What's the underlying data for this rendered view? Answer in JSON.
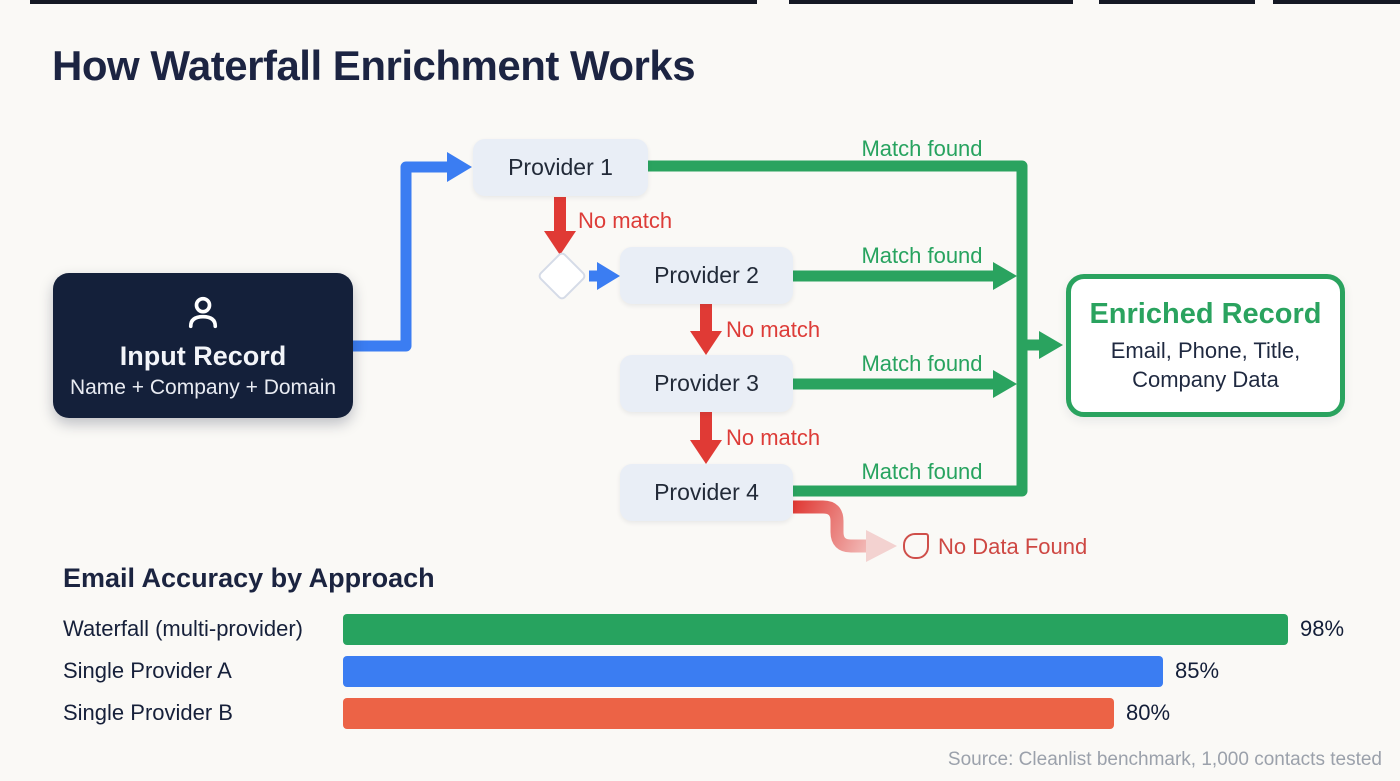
{
  "page": {
    "title": "How Waterfall Enrichment Works",
    "source_note": "Source: Cleanlist benchmark, 1,000 contacts tested"
  },
  "flow": {
    "input": {
      "title": "Input Record",
      "subtitle": "Name + Company + Domain",
      "icon": "person-icon"
    },
    "providers": [
      {
        "label": "Provider 1"
      },
      {
        "label": "Provider 2"
      },
      {
        "label": "Provider 3"
      },
      {
        "label": "Provider 4"
      }
    ],
    "match_found_label": "Match found",
    "no_match_label": "No match",
    "enriched": {
      "title": "Enriched Record",
      "subtitle_line1": "Email, Phone, Title,",
      "subtitle_line2": "Company Data"
    },
    "no_data_label": "No Data Found",
    "no_data_icon": "leaf-document-icon",
    "colors": {
      "success_green": "#27a35f",
      "failure_red": "#e03a35",
      "flow_blue": "#3b7df2",
      "input_box_bg": "#14203a",
      "provider_box_bg": "#e9eef6",
      "no_data_red": "#cf4a45"
    }
  },
  "chart_data": {
    "type": "bar",
    "orientation": "horizontal",
    "title": "Email Accuracy by Approach",
    "categories": [
      "Waterfall (multi-provider)",
      "Single Provider A",
      "Single Provider B"
    ],
    "values": [
      98,
      85,
      80
    ],
    "value_labels": [
      "98%",
      "85%",
      "80%"
    ],
    "bar_colors": [
      "#27a35f",
      "#3b7df2",
      "#ec6346"
    ],
    "unit": "%",
    "xlim": [
      0,
      100
    ],
    "grid": false,
    "legend": "none"
  }
}
